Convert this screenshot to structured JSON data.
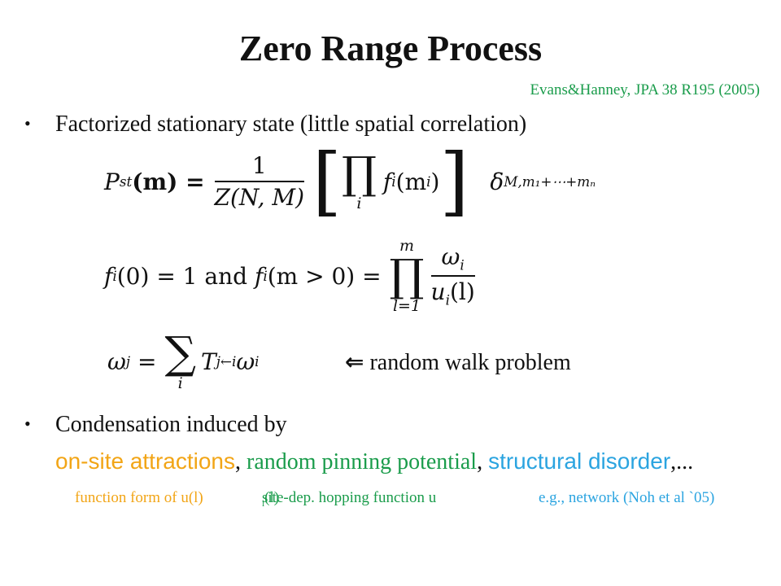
{
  "slide": {
    "title": "Zero Range Process",
    "reference": "Evans&Hanney, JPA 38 R195 (2005)",
    "bullet1": "Factorized stationary state (little spatial correlation)",
    "random_walk_arrow": "⇐",
    "random_walk_text": " random walk problem",
    "bullet2": "Condensation induced by",
    "mechanisms": [
      {
        "text": "on-site attractions",
        "color": "#f2a516"
      },
      {
        "text": "random pinning potential",
        "color": "#1a9c4b"
      },
      {
        "text": "structural disorder",
        "color": "#2ba4e0"
      }
    ],
    "sep1": ", ",
    "sep2": ", ",
    "trail": ",...",
    "notes": [
      {
        "text": "function form of u(l)",
        "color": "#f2a516"
      },
      {
        "text": "site-dep. hopping function u",
        "sub": "i",
        "tail": "(l)",
        "color": "#1a9c4b"
      },
      {
        "text": "e.g., network (Noh et al `05)",
        "color": "#2ba4e0"
      }
    ]
  },
  "equations": {
    "eq1": {
      "lhs": "P",
      "lhs_sub": "st",
      "lhs_arg": "(m) =",
      "num": "1",
      "den": "Z(N, M)",
      "prod_sym": "∏",
      "prod_lower": "i",
      "factor": "f",
      "factor_sub": "i",
      "factor_arg": "(m",
      "factor_arg_sub": "i",
      "factor_close": ")",
      "delta": "δ",
      "delta_sub": "M,m₁+⋯+mₙ"
    },
    "eq2": {
      "part1": "f",
      "part1_sub": "i",
      "part1_rest": "(0) = 1",
      "and": " and ",
      "part2": "f",
      "part2_sub": "i",
      "part2_rest": "(m > 0) =",
      "prod_sym": "∏",
      "prod_upper": "m",
      "prod_lower": "l=1",
      "num": "ω",
      "num_sub": "i",
      "den": "u",
      "den_sub": "i",
      "den_rest": "(l)"
    },
    "eq3": {
      "lhs": "ω",
      "lhs_sub": "j",
      "eq": " =",
      "sum_sym": "∑",
      "sum_lower": "i",
      "T": "T",
      "T_sub": "j←i",
      "w": "ω",
      "w_sub": "i"
    }
  }
}
